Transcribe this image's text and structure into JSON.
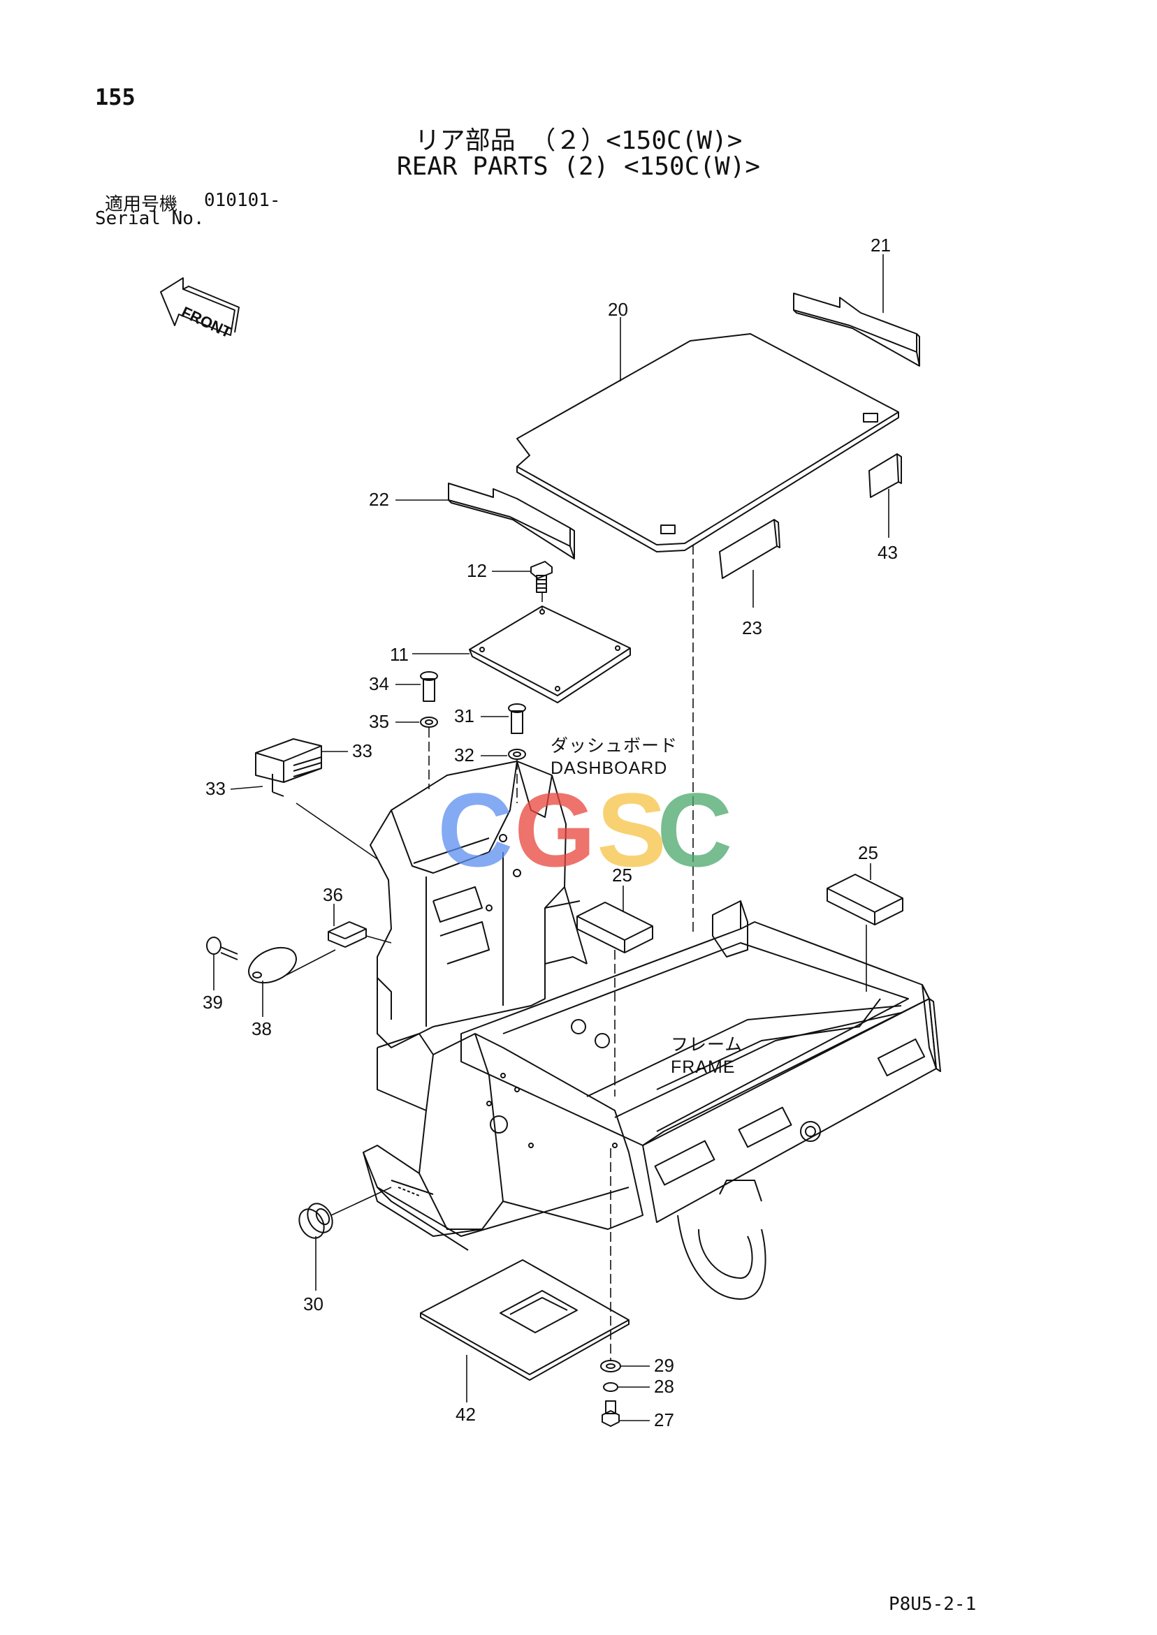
{
  "page_number": "155",
  "title_jp": "リア部品 （２）<150C(W)>",
  "title_en": "REAR PARTS (2) <150C(W)>",
  "serial_label_jp": "適用号機",
  "serial_value": "010101-",
  "serial_label_en": "Serial No.",
  "front_arrow_label": "FRONT",
  "dashboard_jp": "ダッシュボード",
  "dashboard_en": "DASHBOARD",
  "frame_jp": "フレーム",
  "frame_en": "FRAME",
  "watermark": {
    "letters": [
      "C",
      "G",
      "S",
      "C"
    ],
    "colors": [
      "#5b8ef0",
      "#e8453c",
      "#f6c343",
      "#4aa86a"
    ]
  },
  "part_labels": {
    "p11": "11",
    "p12": "12",
    "p20": "20",
    "p21": "21",
    "p22": "22",
    "p23": "23",
    "p25a": "25",
    "p25b": "25",
    "p27": "27",
    "p28": "28",
    "p29": "29",
    "p30": "30",
    "p31": "31",
    "p32": "32",
    "p33a": "33",
    "p33b": "33",
    "p34": "34",
    "p35": "35",
    "p36": "36",
    "p38": "38",
    "p39": "39",
    "p42": "42",
    "p43": "43"
  },
  "footer_code": "P8U5-2-1"
}
